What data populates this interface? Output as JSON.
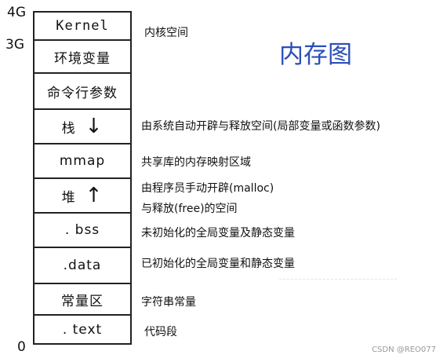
{
  "axis": {
    "top": "4G",
    "mid": "3G",
    "bottom": "0"
  },
  "title": "内存图",
  "segments": [
    {
      "label": "Kernel",
      "note": "内核空间"
    },
    {
      "label": "环境变量"
    },
    {
      "label": "命令行参数"
    },
    {
      "label": "栈",
      "arrow": "↓",
      "note": "由系统自动开辟与释放空间(局部变量或函数参数)"
    },
    {
      "label": "mmap",
      "note": "共享库的内存映射区域"
    },
    {
      "label": "堆",
      "arrow": "↑",
      "note": "由程序员手动开辟(malloc)",
      "note2": "与释放(free)的空间"
    },
    {
      "label": ". bss",
      "note": "未初始化的全局变量及静态变量"
    },
    {
      "label": ".data",
      "note": "已初始化的全局变量和静态变量"
    },
    {
      "label": "常量区",
      "note": "字符串常量"
    },
    {
      "label": ". text",
      "note": "代码段"
    }
  ],
  "watermark": "CSDN @REO077"
}
